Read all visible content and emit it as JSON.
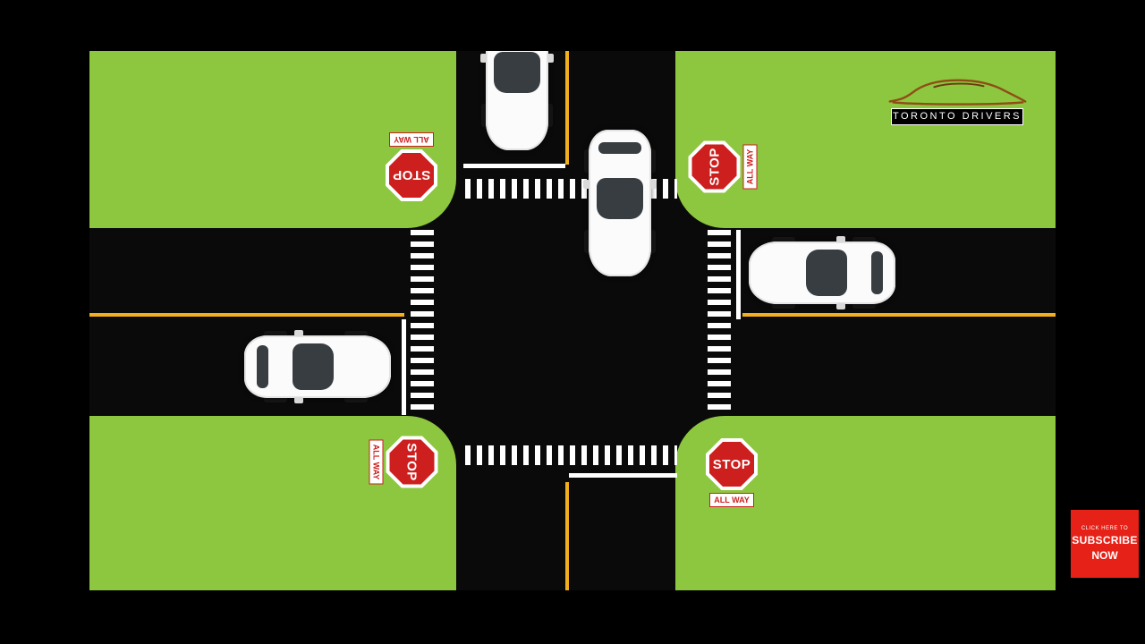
{
  "colors": {
    "background": "#000000",
    "grass": "#8dc63f",
    "road": "#0a0a0a",
    "lane_line_yellow": "#f2b01e",
    "crosswalk_white": "#ffffff",
    "stop_sign_red": "#cc1f1e",
    "car_body_white": "#fbfbfb",
    "car_glass": "#383d42",
    "subscribe_red": "#e62117"
  },
  "branding": {
    "logo_label": "TORONTO DRIVERS",
    "logo_icon": "sports-car-outline-icon"
  },
  "subscribe_overlay": {
    "line1": "CLICK HERE TO",
    "line2": "SUBSCRIBE",
    "line3": "NOW"
  },
  "signs": {
    "top_left": {
      "stop_label": "STOP",
      "plaque_label": "ALL WAY",
      "orientation_deg": 180
    },
    "top_right": {
      "stop_label": "STOP",
      "plaque_label": "ALL WAY",
      "orientation_deg": -90
    },
    "bottom_left": {
      "stop_label": "STOP",
      "plaque_label": "ALL WAY",
      "orientation_deg": 90
    },
    "bottom_right": {
      "stop_label": "STOP",
      "plaque_label": "ALL WAY",
      "orientation_deg": 0
    }
  },
  "cars": [
    {
      "id": "top-car",
      "heading": "south",
      "position": "northern approach, partially off-screen"
    },
    {
      "id": "intersection-car",
      "heading": "south",
      "position": "inside intersection"
    },
    {
      "id": "right-car",
      "heading": "west",
      "position": "eastern approach"
    },
    {
      "id": "left-car",
      "heading": "east",
      "position": "western approach"
    }
  ]
}
